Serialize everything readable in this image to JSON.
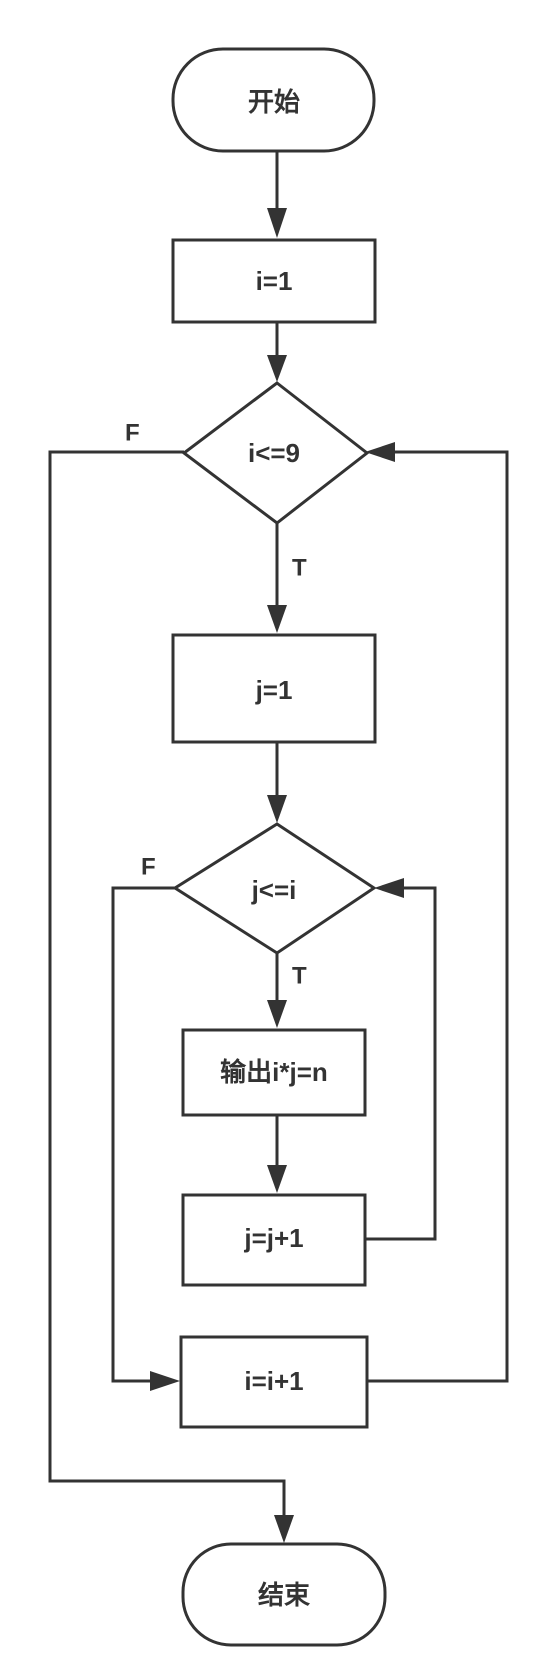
{
  "nodes": {
    "start": "开始",
    "init_i": "i=1",
    "cond_i": "i<=9",
    "init_j": "j=1",
    "cond_j": "j<=i",
    "output": "输出i*j=n",
    "inc_j": "j=j+1",
    "inc_i": "i=i+1",
    "end": "结束"
  },
  "edge_labels": {
    "cond_i_true": "T",
    "cond_i_false": "F",
    "cond_j_true": "T",
    "cond_j_false": "F"
  }
}
